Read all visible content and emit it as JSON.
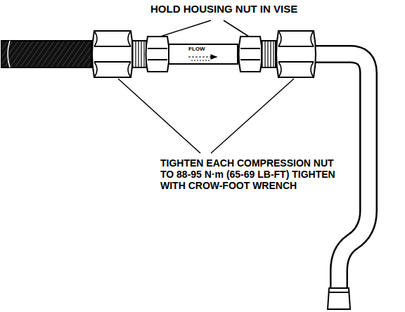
{
  "diagram": {
    "labels": [
      "HOLD HOUSING NUT IN VISE",
      "FLOW",
      "TIGHTEN EACH COMPRESSION NUT TO 88-95 N·m (65-69 LB-FT) TIGHTEN WITH CROW-FOOT WRENCH"
    ]
  }
}
